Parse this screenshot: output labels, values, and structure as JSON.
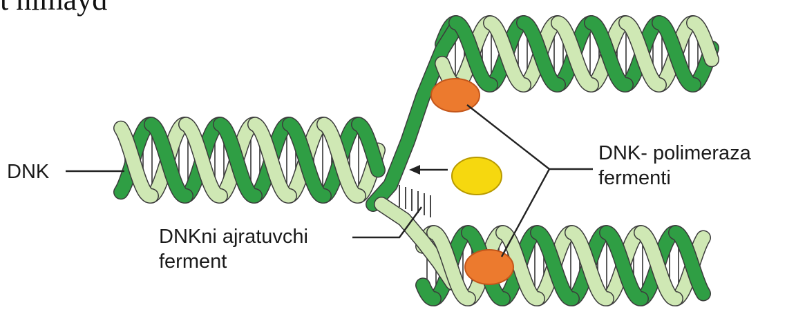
{
  "cropped_top_text": "t nimayd",
  "labels": {
    "dnk": "DNK",
    "polymerase_line1": "DNK- polimeraza",
    "polymerase_line2": "fermenti",
    "helicase_line1": "DNKni ajratuvchi",
    "helicase_line2": "ferment"
  },
  "colors": {
    "strand_dark": "#2f9e44",
    "strand_light": "#cfe8b4",
    "polymerase": "#ec7a2e",
    "helicase": "#f6d80f"
  }
}
